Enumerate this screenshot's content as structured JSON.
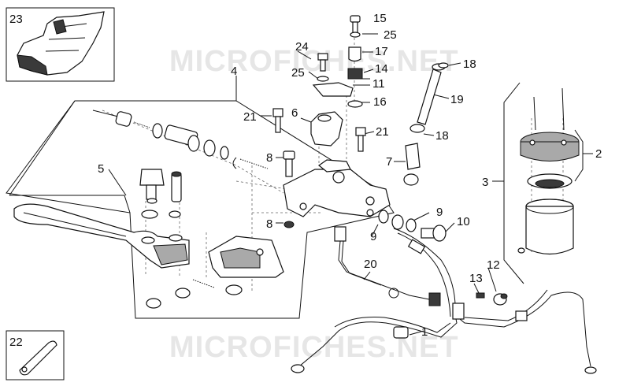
{
  "watermark": {
    "top": "MICROFICHES.NET",
    "bottom": "MICROFICHES.NET"
  },
  "labels": {
    "l1": "1",
    "l2": "2",
    "l3": "3",
    "l4": "4",
    "l5": "5",
    "l6": "6",
    "l7": "7",
    "l8a": "8",
    "l8b": "8",
    "l9a": "9",
    "l9b": "9",
    "l10": "10",
    "l11": "11",
    "l12": "12",
    "l13": "13",
    "l14": "14",
    "l15": "15",
    "l16": "16",
    "l17": "17",
    "l18a": "18",
    "l18b": "18",
    "l19": "19",
    "l20": "20",
    "l21a": "21",
    "l21b": "21",
    "l22": "22",
    "l23": "23",
    "l24": "24",
    "l25a": "25",
    "l25b": "25"
  }
}
